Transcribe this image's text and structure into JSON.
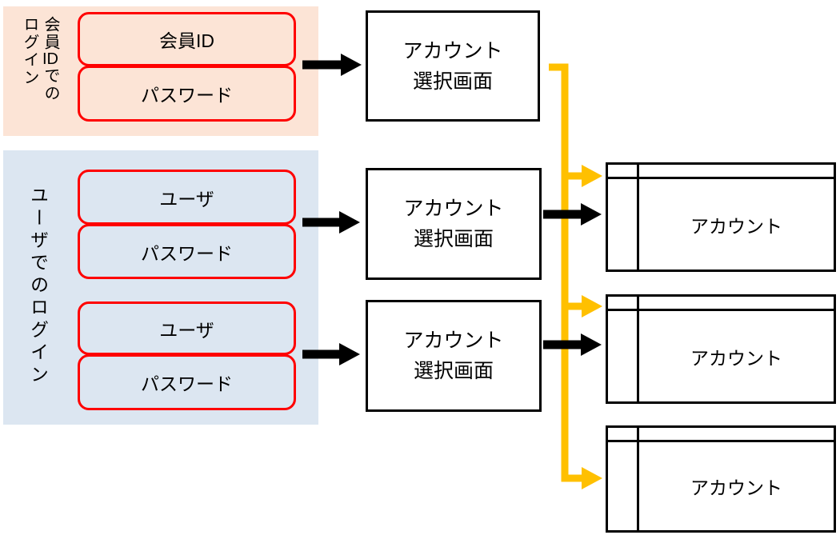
{
  "colors": {
    "member_group_bg": "#FCE4D6",
    "user_group_bg": "#DCE6F1",
    "field_border": "#FF0000",
    "connector": "#FFC000",
    "arrow": "#000000"
  },
  "groups": {
    "member": {
      "label": "会員IDでのログイン",
      "label_lines": [
        "会員IDでの",
        "ログイン"
      ],
      "fields": [
        {
          "label": "会員ID"
        },
        {
          "label": "パスワード"
        }
      ]
    },
    "user": {
      "label": "ユーザでのログイン",
      "fields": [
        {
          "label": "ユーザ"
        },
        {
          "label": "パスワード"
        },
        {
          "label": "ユーザ"
        },
        {
          "label": "パスワード"
        }
      ]
    }
  },
  "screens": [
    {
      "line1": "アカウント",
      "line2": "選択画面"
    },
    {
      "line1": "アカウント",
      "line2": "選択画面"
    },
    {
      "line1": "アカウント",
      "line2": "選択画面"
    }
  ],
  "accounts": [
    {
      "label": "アカウント"
    },
    {
      "label": "アカウント"
    },
    {
      "label": "アカウント"
    }
  ]
}
